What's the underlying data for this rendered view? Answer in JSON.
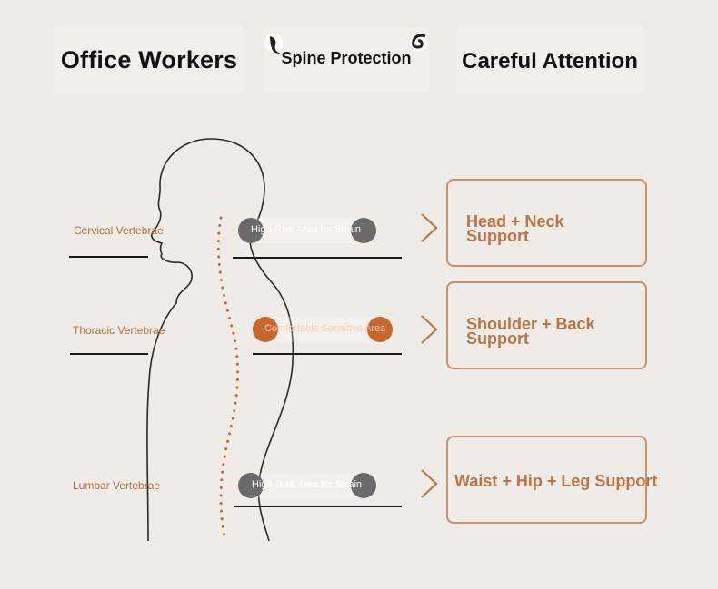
{
  "header": {
    "left_title": "Office Workers",
    "center_title": "Spine Protection",
    "right_title": "Careful Attention"
  },
  "vertebrae": [
    {
      "label": "Cervical Vertebrae",
      "zone": "High-Risk Area for Strain",
      "zone_type": "risk"
    },
    {
      "label": "Thoracic Vertebrae",
      "zone": "Comfortable Sensitive Area",
      "zone_type": "comfort"
    },
    {
      "label": "Lumbar Vertebrae",
      "zone": "High-Risk Area for Strain",
      "zone_type": "risk"
    }
  ],
  "supports": [
    {
      "line1": "Head + Neck",
      "line2": "Support"
    },
    {
      "line1": "Shoulder + Back",
      "line2": "Support"
    },
    {
      "line1": "Waist + Hip + Leg Support",
      "line2": ""
    }
  ],
  "colors": {
    "accent": "#b87445",
    "box_border": "#c9916a",
    "risk_dot": "#6b6b6b",
    "comfort_dot": "#c8672d",
    "background": "#efebe6"
  },
  "icons": [
    "arrow-chevron-icon",
    "ink-brush-icon"
  ]
}
